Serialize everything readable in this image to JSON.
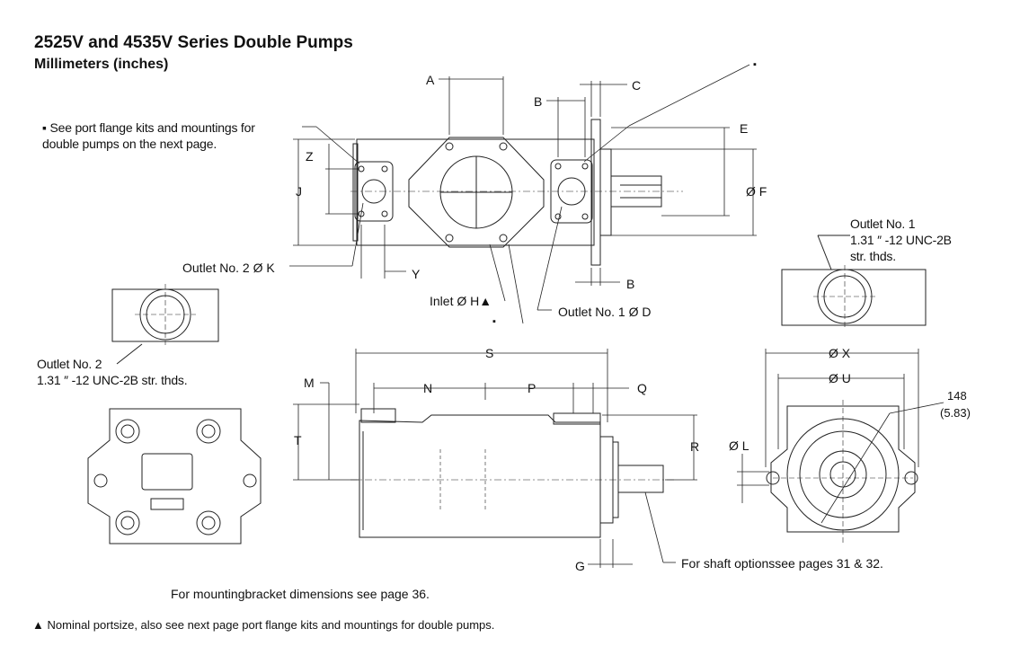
{
  "header": {
    "title": "2525V and 4535V Series  Double Pumps",
    "subtitle": "Millimeters (inches)"
  },
  "notes": {
    "port_flange_line1": "See  port flange kits and mountings for",
    "port_flange_line2": "double pumps on the next page.",
    "mounting_bracket": "For mountingbracket  dimensions see  page 36.",
    "nominal_port": "Nominal portsize,  also see  next page port flange kits and mountings for double pumps.",
    "shaft_options": "For shaft optionssee pages 31 & 32."
  },
  "labels": {
    "A": "A",
    "B": "B",
    "C": "C",
    "E": "E",
    "F": "Ø F",
    "J": "J",
    "Z": "Z",
    "K": "Outlet No. 2   Ø  K",
    "Y": "Y",
    "H": "Inlet Ø H",
    "D": "Outlet No. 1  Ø   D",
    "S": "S",
    "N": "N",
    "P": "P",
    "Q": "Q",
    "M": "M",
    "T": "T",
    "R": "R",
    "G": "G",
    "X": "Ø X",
    "U": "Ø U",
    "L": "Ø L",
    "dim148": "148",
    "dim148in": "(5.83)"
  },
  "outlets": {
    "outlet1_title": "Outlet No. 1",
    "outlet1_thread": "1.31 ″ -12 UNC-2B",
    "outlet1_str": "str. thds.",
    "outlet2_title": "Outlet No. 2",
    "outlet2_thread": "1.31 ″ -12 UNC-2B str. thds."
  },
  "symbols": {
    "bullet": "▪",
    "triangle": "▲"
  }
}
